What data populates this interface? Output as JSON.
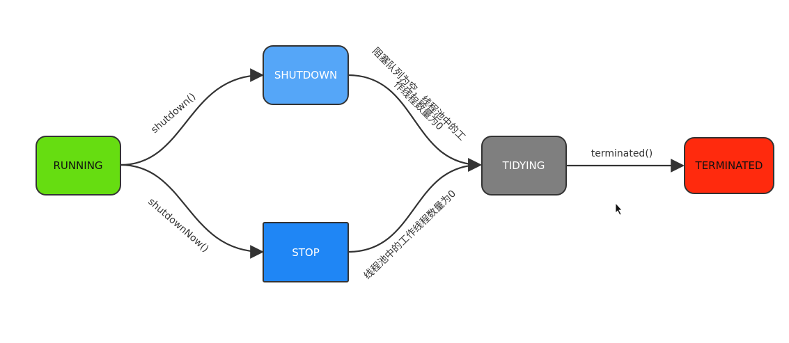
{
  "diagram": {
    "states": {
      "running": {
        "label": "RUNNING",
        "fill": "#66dd11",
        "text_color": "#111111"
      },
      "shutdown": {
        "label": "SHUTDOWN",
        "fill": "#55a6f8",
        "text_color": "#ffffff"
      },
      "stop": {
        "label": "STOP",
        "fill": "#1f86f5",
        "text_color": "#ffffff"
      },
      "tidying": {
        "label": "TIDYING",
        "fill": "#7f7f7f",
        "text_color": "#ffffff"
      },
      "terminated": {
        "label": "TERMINATED",
        "fill": "#ff2a0d",
        "text_color": "#111111"
      }
    },
    "transitions": {
      "running_to_shutdown": {
        "label": "shutdown()"
      },
      "running_to_stop": {
        "label": "shutdownNow()"
      },
      "shutdown_to_tidying": {
        "line1": "阻塞队列为空，线程池中的工",
        "line2": "作线程数量为0"
      },
      "stop_to_tidying": {
        "label": "线程池中的工作线程数量为0"
      },
      "tidying_to_terminated": {
        "label": "terminated()"
      }
    },
    "colors": {
      "edge": "#333333",
      "node_border": "#333333"
    }
  }
}
